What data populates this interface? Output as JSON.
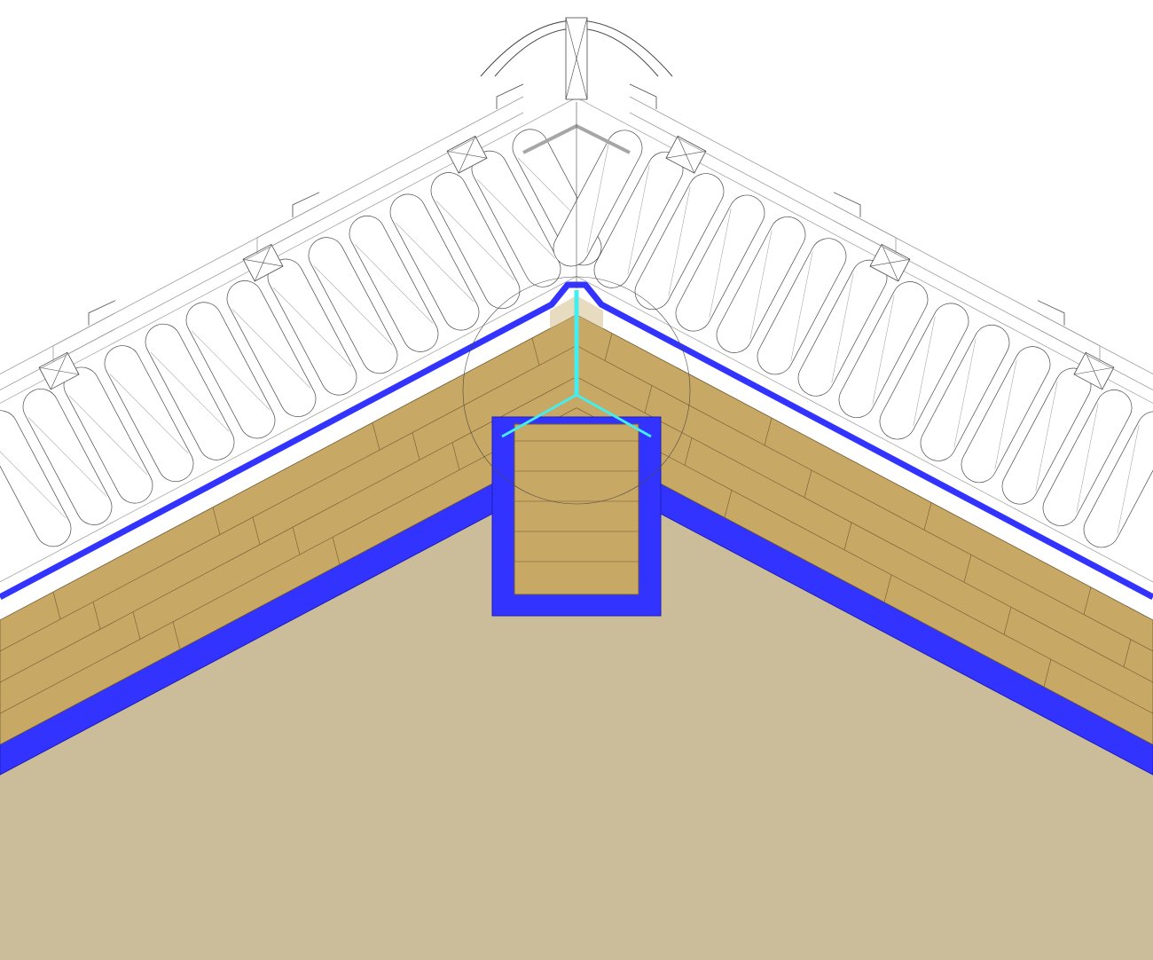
{
  "drawing": {
    "kind": "roof ridge construction section",
    "labels": [],
    "colors": {
      "background": "#ffffff",
      "interior_fill": "#cbbd9a",
      "timber": "#c8a865",
      "timber_line": "#6f5a31",
      "membrane": "#3333ff",
      "membrane_dark": "#1c1cb8",
      "joint_highlight": "#44eeee",
      "outline": "#4a4a4a",
      "light_outline": "#9a9a9a",
      "ridge_flashing": "#a6a6a6",
      "filler_block": "#e8dcc0"
    },
    "components": [
      "ridge-cap-tile",
      "roof-tiles",
      "tile-battens",
      "counter-battens",
      "insulation-batts",
      "vapour-membrane",
      "timber-deck-boards",
      "ridge-beam",
      "interior-cladding"
    ]
  }
}
